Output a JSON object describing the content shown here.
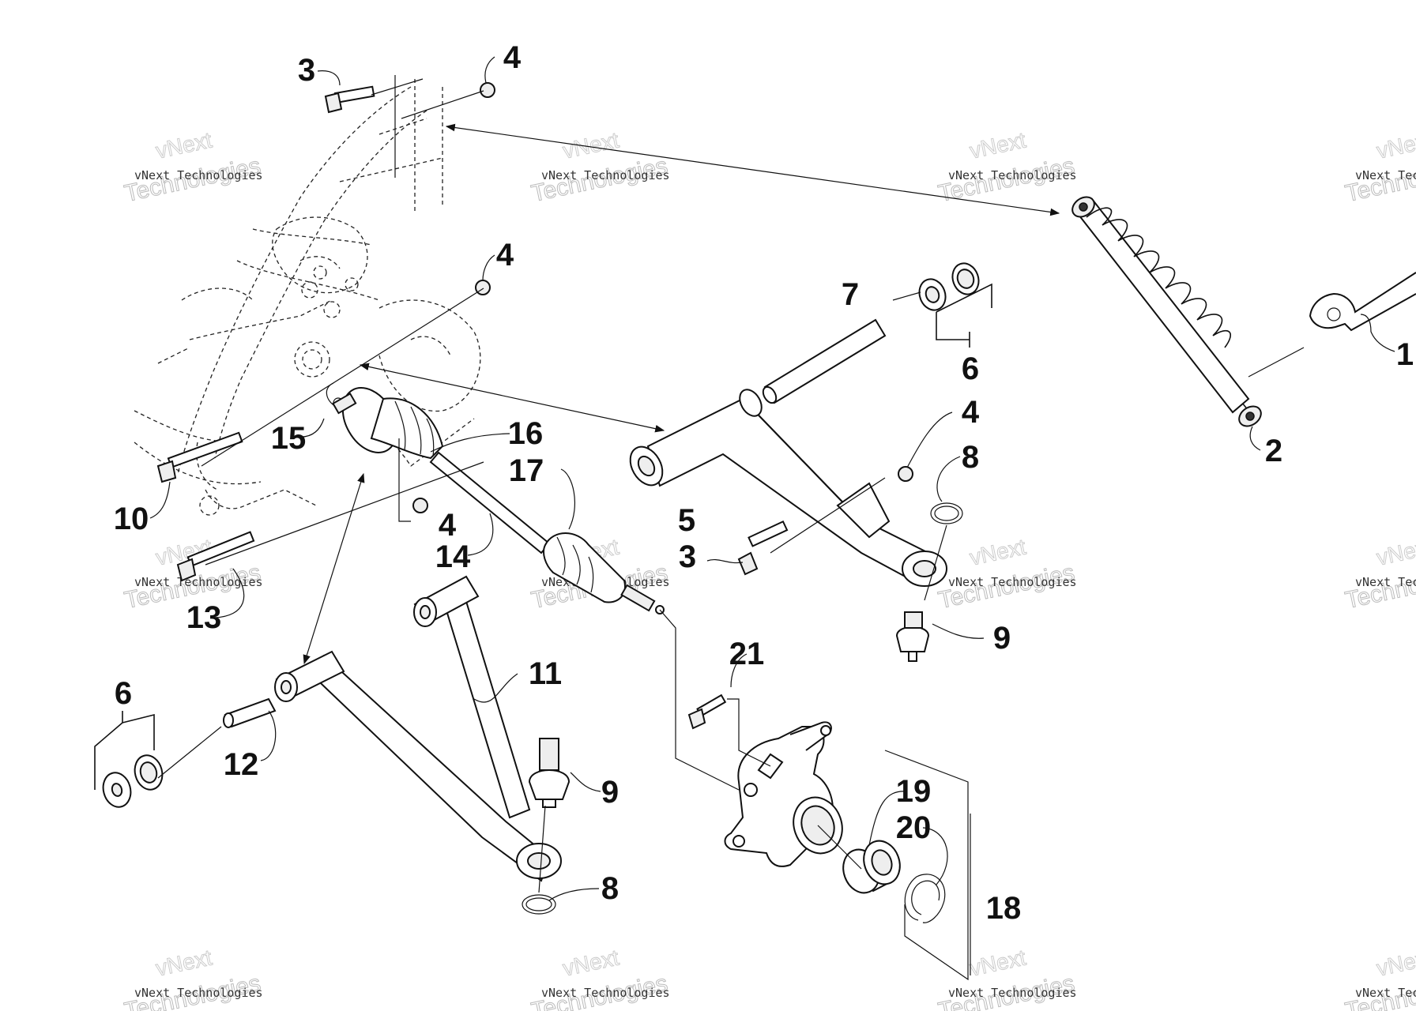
{
  "watermark": {
    "line1": "vNext Technologies",
    "line2": "Technologies",
    "logo": "vNext"
  },
  "callouts": [
    "1",
    "2",
    "3",
    "4",
    "4",
    "4",
    "4",
    "3",
    "5",
    "6",
    "6",
    "7",
    "8",
    "8",
    "9",
    "9",
    "10",
    "11",
    "12",
    "13",
    "14",
    "15",
    "16",
    "17",
    "18",
    "19",
    "20",
    "21"
  ]
}
